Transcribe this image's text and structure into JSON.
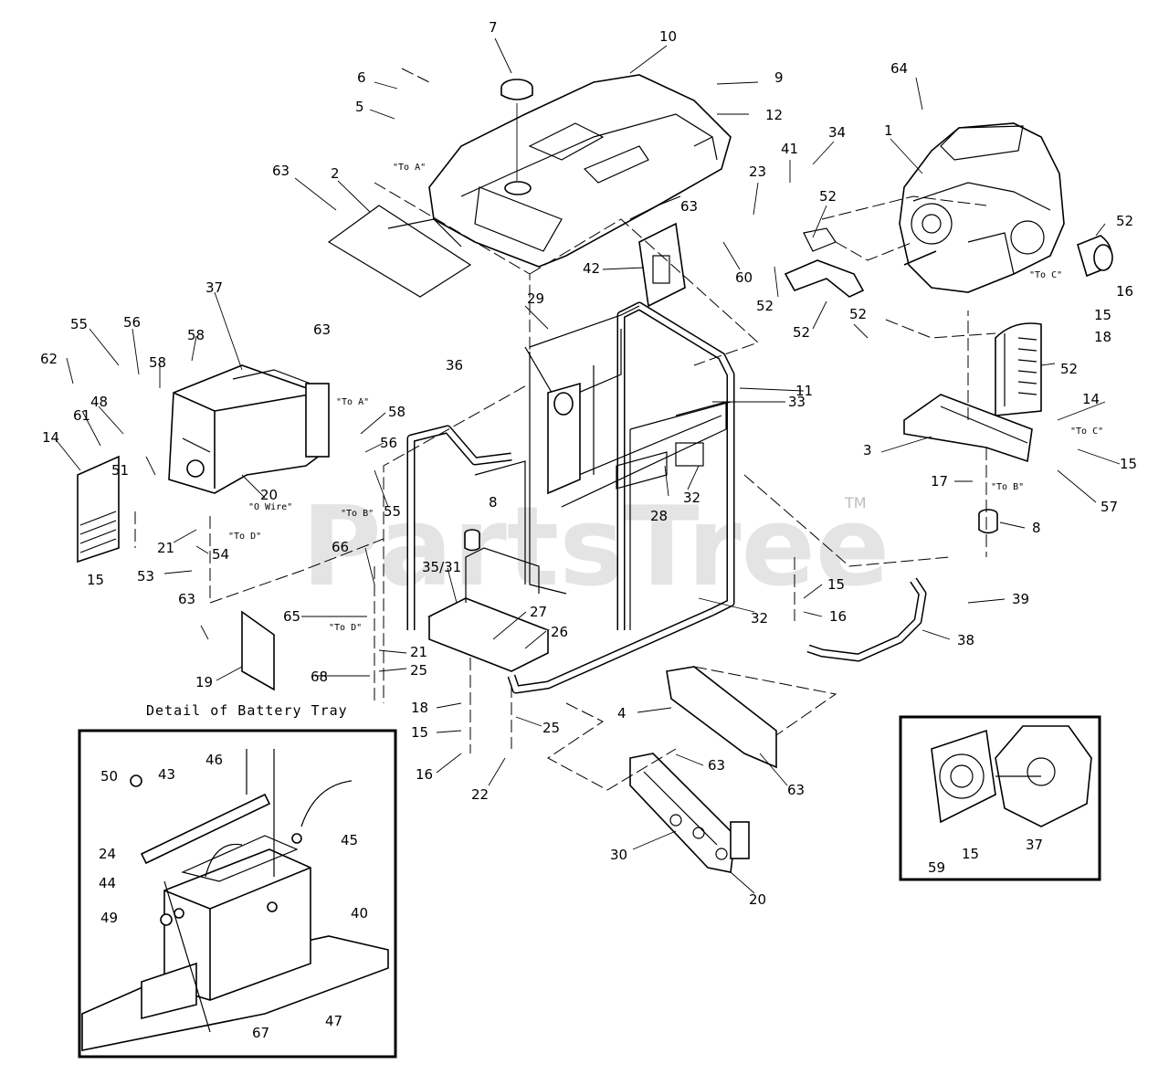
{
  "watermark": {
    "text": "PartsTree",
    "tm": "TM",
    "color": "#cfcfcf"
  },
  "caption": {
    "battery_tray": "Detail of Battery Tray"
  },
  "notes": [
    "\"To A\"",
    "\"To C\"",
    "\"To A\"",
    "\"To B\"",
    "\"O Wire\"",
    "\"To D\"",
    "\"To D\"",
    "\"To C\"",
    "\"To B\""
  ],
  "part_numbers": [
    "7",
    "10",
    "6",
    "9",
    "5",
    "12",
    "63",
    "2",
    "41",
    "34",
    "1",
    "64",
    "23",
    "52",
    "63",
    "42",
    "60",
    "52",
    "52",
    "37",
    "63",
    "29",
    "16",
    "55",
    "56",
    "58",
    "15",
    "52",
    "18",
    "62",
    "58",
    "36",
    "37",
    "52",
    "11",
    "14",
    "48",
    "58",
    "33",
    "61",
    "56",
    "3",
    "15",
    "14",
    "51",
    "20",
    "55",
    "32",
    "28",
    "17",
    "57",
    "8",
    "8",
    "21",
    "54",
    "66",
    "15",
    "53",
    "35/31",
    "16",
    "39",
    "63",
    "65",
    "27",
    "21",
    "26",
    "32",
    "19",
    "68",
    "25",
    "38",
    "18",
    "25",
    "4",
    "15",
    "63",
    "16",
    "22",
    "63",
    "30",
    "37",
    "20",
    "59",
    "15",
    "50",
    "43",
    "46",
    "45",
    "24",
    "44",
    "40",
    "49",
    "47",
    "67",
    "Detail of Battery Tray"
  ],
  "labels": [
    {
      "id": "n7",
      "text": "7"
    },
    {
      "id": "n10",
      "text": "10"
    },
    {
      "id": "n6",
      "text": "6"
    },
    {
      "id": "n9",
      "text": "9"
    },
    {
      "id": "n5",
      "text": "5"
    },
    {
      "id": "n12",
      "text": "12"
    },
    {
      "id": "n64",
      "text": "64"
    },
    {
      "id": "n63a",
      "text": "63"
    },
    {
      "id": "n2",
      "text": "2"
    },
    {
      "id": "n41",
      "text": "41"
    },
    {
      "id": "n34",
      "text": "34"
    },
    {
      "id": "n1",
      "text": "1"
    },
    {
      "id": "n23",
      "text": "23"
    },
    {
      "id": "n52a",
      "text": "52"
    },
    {
      "id": "n52b",
      "text": "52"
    },
    {
      "id": "n63b",
      "text": "63"
    },
    {
      "id": "n42",
      "text": "42"
    },
    {
      "id": "n60",
      "text": "60"
    },
    {
      "id": "n52c",
      "text": "52"
    },
    {
      "id": "n52d",
      "text": "52"
    },
    {
      "id": "n37a",
      "text": "37"
    },
    {
      "id": "n63c",
      "text": "63"
    },
    {
      "id": "n29",
      "text": "29"
    },
    {
      "id": "n16a",
      "text": "16"
    },
    {
      "id": "n55a",
      "text": "55"
    },
    {
      "id": "n56a",
      "text": "56"
    },
    {
      "id": "n58a",
      "text": "58"
    },
    {
      "id": "n15a",
      "text": "15"
    },
    {
      "id": "n52e",
      "text": "52"
    },
    {
      "id": "n18a",
      "text": "18"
    },
    {
      "id": "n62",
      "text": "62"
    },
    {
      "id": "n58b",
      "text": "58"
    },
    {
      "id": "n36",
      "text": "36"
    },
    {
      "id": "n52f",
      "text": "52"
    },
    {
      "id": "n11",
      "text": "11"
    },
    {
      "id": "n48",
      "text": "48"
    },
    {
      "id": "n58c",
      "text": "58"
    },
    {
      "id": "n14a",
      "text": "14"
    },
    {
      "id": "n33",
      "text": "33"
    },
    {
      "id": "n61",
      "text": "61"
    },
    {
      "id": "n56b",
      "text": "56"
    },
    {
      "id": "n3",
      "text": "3"
    },
    {
      "id": "n15b",
      "text": "15"
    },
    {
      "id": "n14b",
      "text": "14"
    },
    {
      "id": "n51",
      "text": "51"
    },
    {
      "id": "n20a",
      "text": "20"
    },
    {
      "id": "n55b",
      "text": "55"
    },
    {
      "id": "n32a",
      "text": "32"
    },
    {
      "id": "n28",
      "text": "28"
    },
    {
      "id": "n17",
      "text": "17"
    },
    {
      "id": "n57",
      "text": "57"
    },
    {
      "id": "n8a",
      "text": "8"
    },
    {
      "id": "n8b",
      "text": "8"
    },
    {
      "id": "n21a",
      "text": "21"
    },
    {
      "id": "n54",
      "text": "54"
    },
    {
      "id": "n15c",
      "text": "15"
    },
    {
      "id": "n66",
      "text": "66"
    },
    {
      "id": "n15d",
      "text": "15"
    },
    {
      "id": "n53",
      "text": "53"
    },
    {
      "id": "n3531",
      "text": "35/31"
    },
    {
      "id": "n16b",
      "text": "16"
    },
    {
      "id": "n39",
      "text": "39"
    },
    {
      "id": "n63d",
      "text": "63"
    },
    {
      "id": "n65",
      "text": "65"
    },
    {
      "id": "n27",
      "text": "27"
    },
    {
      "id": "n21b",
      "text": "21"
    },
    {
      "id": "n26",
      "text": "26"
    },
    {
      "id": "n32b",
      "text": "32"
    },
    {
      "id": "n19",
      "text": "19"
    },
    {
      "id": "n68",
      "text": "68"
    },
    {
      "id": "n25a",
      "text": "25"
    },
    {
      "id": "n38",
      "text": "38"
    },
    {
      "id": "n18b",
      "text": "18"
    },
    {
      "id": "n25b",
      "text": "25"
    },
    {
      "id": "n4",
      "text": "4"
    },
    {
      "id": "n15e",
      "text": "15"
    },
    {
      "id": "n63e",
      "text": "63"
    },
    {
      "id": "n16c",
      "text": "16"
    },
    {
      "id": "n22",
      "text": "22"
    },
    {
      "id": "n63f",
      "text": "63"
    },
    {
      "id": "n30",
      "text": "30"
    },
    {
      "id": "n37b",
      "text": "37"
    },
    {
      "id": "n20b",
      "text": "20"
    },
    {
      "id": "n59",
      "text": "59"
    },
    {
      "id": "n15f",
      "text": "15"
    },
    {
      "id": "n50",
      "text": "50"
    },
    {
      "id": "n43",
      "text": "43"
    },
    {
      "id": "n46",
      "text": "46"
    },
    {
      "id": "n45",
      "text": "45"
    },
    {
      "id": "n24",
      "text": "24"
    },
    {
      "id": "n44",
      "text": "44"
    },
    {
      "id": "n40",
      "text": "40"
    },
    {
      "id": "n49",
      "text": "49"
    },
    {
      "id": "n47",
      "text": "47"
    },
    {
      "id": "n67",
      "text": "67"
    }
  ]
}
